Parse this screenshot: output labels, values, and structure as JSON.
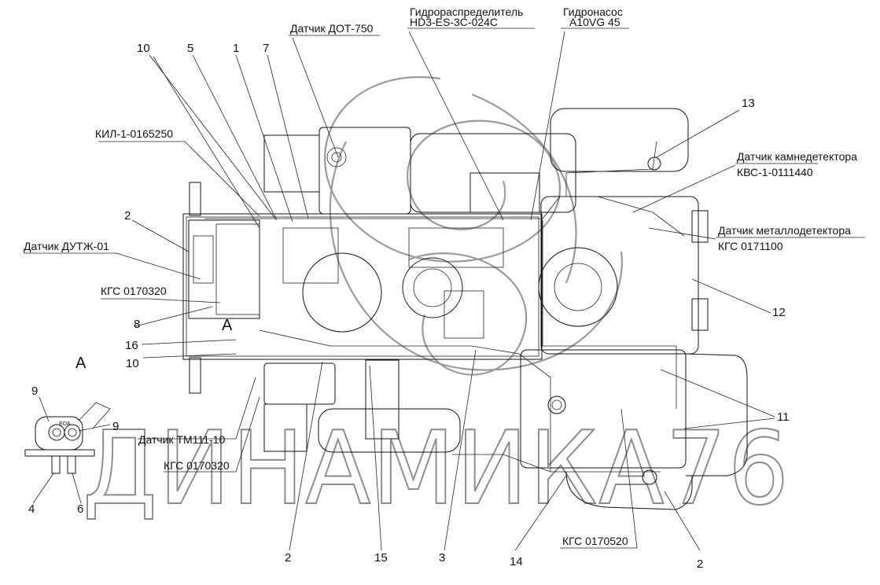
{
  "callouts": {
    "sensor_dot": "Датчик ДОТ-750",
    "hydrodistributor_title": "Гидрораспределитель",
    "hydrodistributor_code": "HD3-ES-3C-024C",
    "hydropump_title": "Гидронасос",
    "hydropump_code": "A10VG 45",
    "kil": "КИЛ-1-0165250",
    "sensor_stone_title": "Датчик камнедетектора",
    "sensor_stone_code": "КВС-1-0111440",
    "sensor_metal_title": "Датчик металлодетектора",
    "sensor_metal_code": "КГС 0171100",
    "sensor_dutzh": "Датчик ДУТЖ-01",
    "kgs_0170320_left": "КГС 0170320",
    "sensor_tm": "Датчик ТМ111-10",
    "kgs_0170320_bottom": "КГС 0170320",
    "kgs_0170520": "КГС 0170520"
  },
  "numbers": {
    "n10_top": "10",
    "n5": "5",
    "n1": "1",
    "n7": "7",
    "n13": "13",
    "n2_left": "2",
    "n8": "8",
    "n16": "16",
    "n10_left": "10",
    "n12": "12",
    "n11": "11",
    "n9_a": "9",
    "n9_b": "9",
    "n4": "4",
    "n6": "6",
    "n2_bottom": "2",
    "n15": "15",
    "n3": "3",
    "n14": "14",
    "n2_right": "2",
    "view_a_inner": "А"
  },
  "view_label": "А",
  "detail_label": "ЕОА",
  "watermark": "ДИНАМИКА76"
}
